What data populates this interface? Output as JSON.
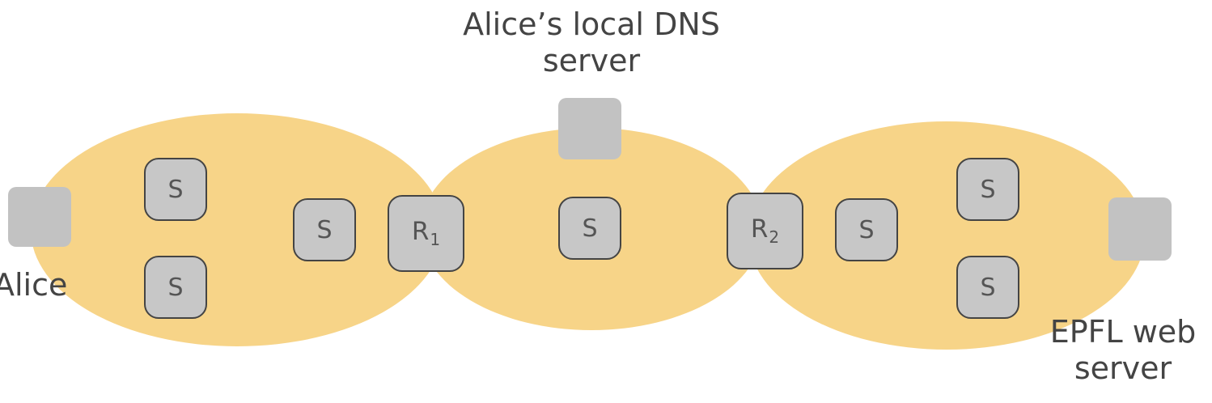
{
  "labels": {
    "alice": "Alice",
    "dns_line1": "Alice’s local DNS",
    "dns_line2": "server",
    "epfl_line1": "EPFL web",
    "epfl_line2": "server"
  },
  "routers": {
    "r1_base": "R",
    "r1_sub": "1",
    "r2_base": "R",
    "r2_sub": "2"
  },
  "switch_label": "S",
  "colors": {
    "network_fill": "#f7d488",
    "host_fill": "#c2c2c2",
    "device_fill": "#c7c7c7",
    "device_border": "#444444",
    "text": "#444444"
  }
}
